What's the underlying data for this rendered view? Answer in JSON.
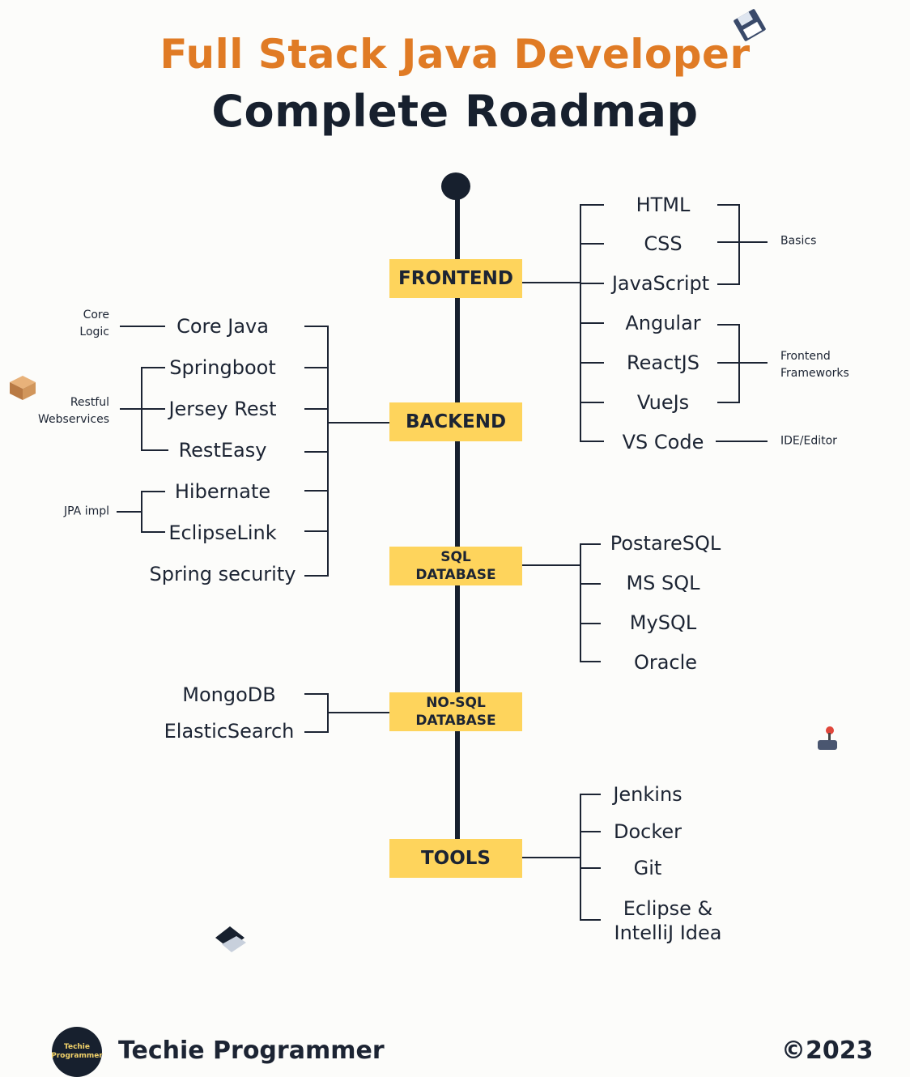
{
  "title": {
    "line1": "Full Stack Java Developer",
    "line2": "Complete Roadmap"
  },
  "stages": [
    {
      "id": "frontend",
      "label": "FRONTEND"
    },
    {
      "id": "backend",
      "label": "BACKEND"
    },
    {
      "id": "sql",
      "label_line1": "SQL",
      "label_line2": "DATABASE"
    },
    {
      "id": "nosql",
      "label_line1": "NO-SQL",
      "label_line2": "DATABASE"
    },
    {
      "id": "tools",
      "label": "TOOLS"
    }
  ],
  "frontend": {
    "items": [
      "HTML",
      "CSS",
      "JavaScript",
      "Angular",
      "ReactJS",
      "VueJs",
      "VS Code"
    ],
    "groups": {
      "basics": "Basics",
      "frameworks_line1": "Frontend",
      "frameworks_line2": "Frameworks",
      "ide": "IDE/Editor"
    }
  },
  "backend": {
    "items": [
      "Core Java",
      "Springboot",
      "Jersey Rest",
      "RestEasy",
      "Hibernate",
      "EclipseLink",
      "Spring security"
    ],
    "groups": {
      "core_line1": "Core",
      "core_line2": "Logic",
      "restful_line1": "Restful",
      "restful_line2": "Webservices",
      "jpa": "JPA impl"
    }
  },
  "sql": {
    "items": [
      "PostareSQL",
      "MS SQL",
      "MySQL",
      "Oracle"
    ]
  },
  "nosql": {
    "items": [
      "MongoDB",
      "ElasticSearch"
    ]
  },
  "tools": {
    "items": [
      "Jenkins",
      "Docker",
      "Git",
      "Eclipse &",
      "IntelliJ Idea"
    ]
  },
  "footer": {
    "logo_line1": "Techie",
    "logo_line2": "Programmer",
    "name": "Techie Programmer",
    "copyright": "©2023"
  },
  "colors": {
    "title_orange": "#e07b25",
    "dark": "#17202e",
    "stage_yellow": "#fed45c"
  }
}
